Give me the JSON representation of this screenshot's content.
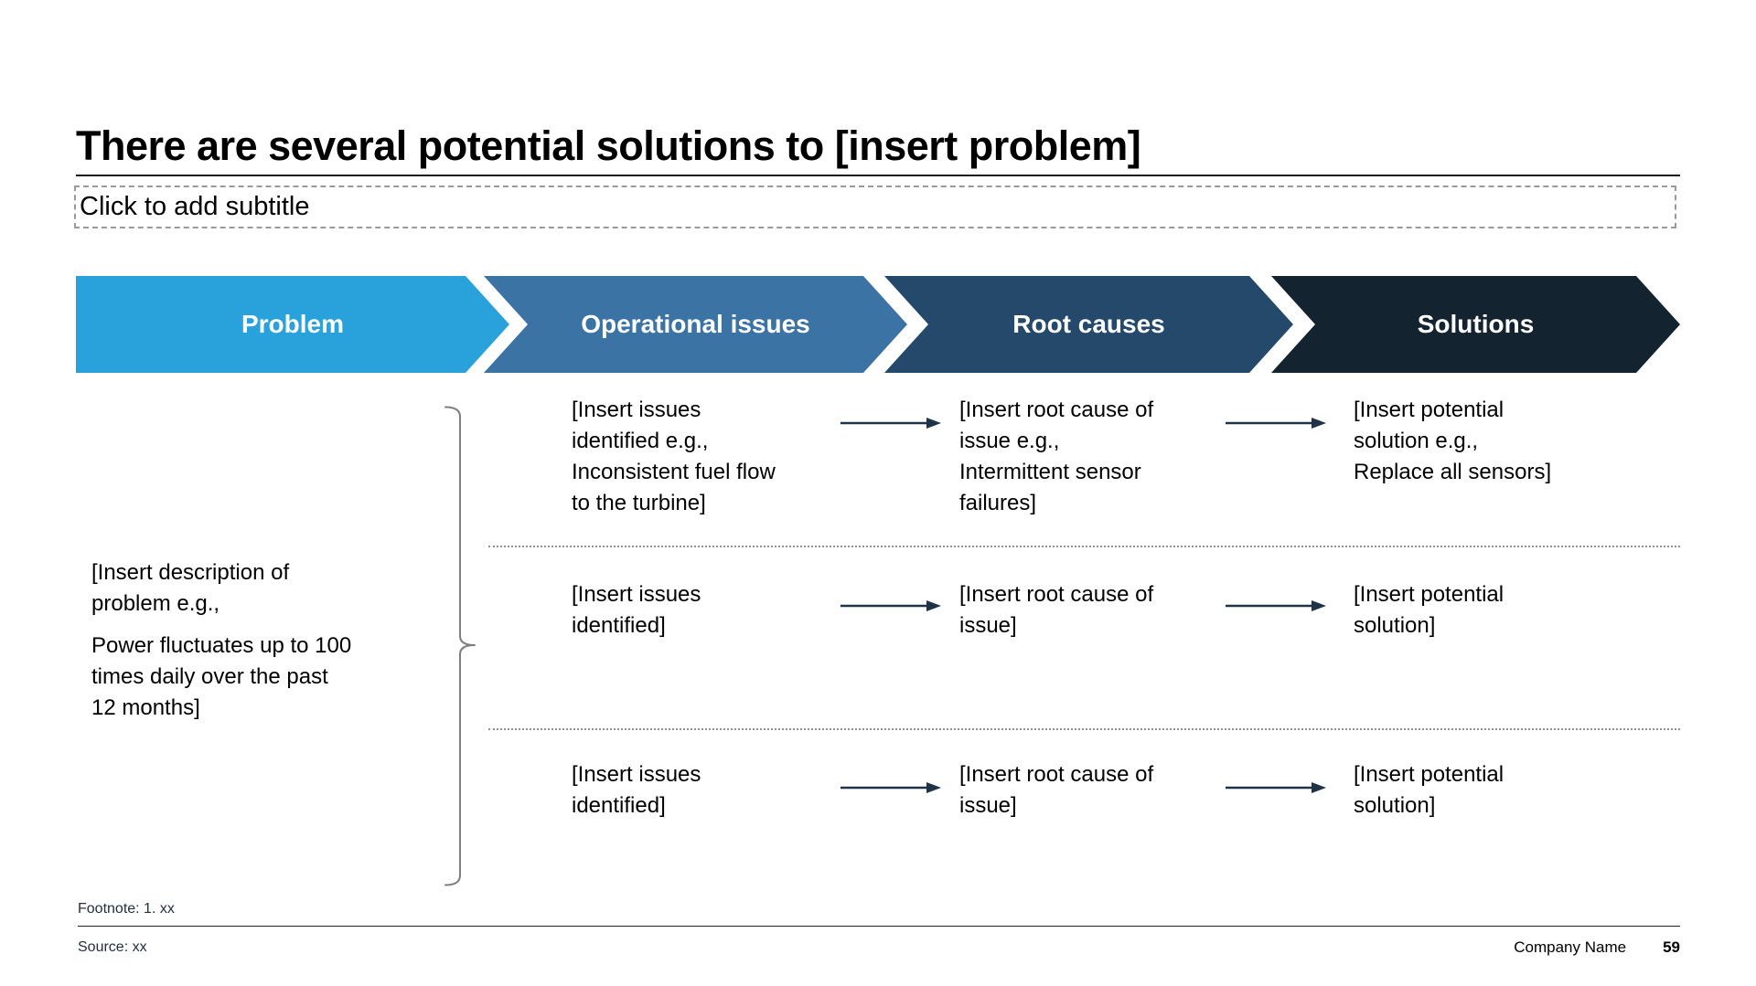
{
  "slide": {
    "title": "There are several potential solutions to [insert problem]",
    "subtitle_placeholder": "Click to add subtitle"
  },
  "process_steps": [
    {
      "label": "Problem"
    },
    {
      "label": "Operational issues"
    },
    {
      "label": "Root causes"
    },
    {
      "label": "Solutions"
    }
  ],
  "problem_description": {
    "para1": "[Insert description of\nproblem e.g.,",
    "para2": "Power fluctuates up to 100\ntimes daily over the past\n12 months]"
  },
  "rows": [
    {
      "issue": "[Insert issues\nidentified e.g.,\nInconsistent fuel flow\nto the turbine]",
      "root_cause": "[Insert root cause of\nissue e.g.,\nIntermittent sensor\nfailures]",
      "solution": "[Insert potential\nsolution e.g.,\nReplace all sensors]"
    },
    {
      "issue": "[Insert issues\nidentified]",
      "root_cause": "[Insert root cause of\nissue]",
      "solution": "[Insert potential\nsolution]"
    },
    {
      "issue": "[Insert issues\nidentified]",
      "root_cause": "[Insert root cause of\nissue]",
      "solution": "[Insert potential\nsolution]"
    }
  ],
  "footer": {
    "footnote": "Footnote: 1. xx",
    "source": "Source: xx",
    "company": "Company Name",
    "page_number": "59"
  },
  "colors": {
    "chevron1": "#29A2DC",
    "chevron2": "#3C73A5",
    "chevron3": "#24496B",
    "chevron4": "#132330",
    "arrow": "#1E3347",
    "separator": "#8F8F8F",
    "brace": "#7F7F7F"
  }
}
